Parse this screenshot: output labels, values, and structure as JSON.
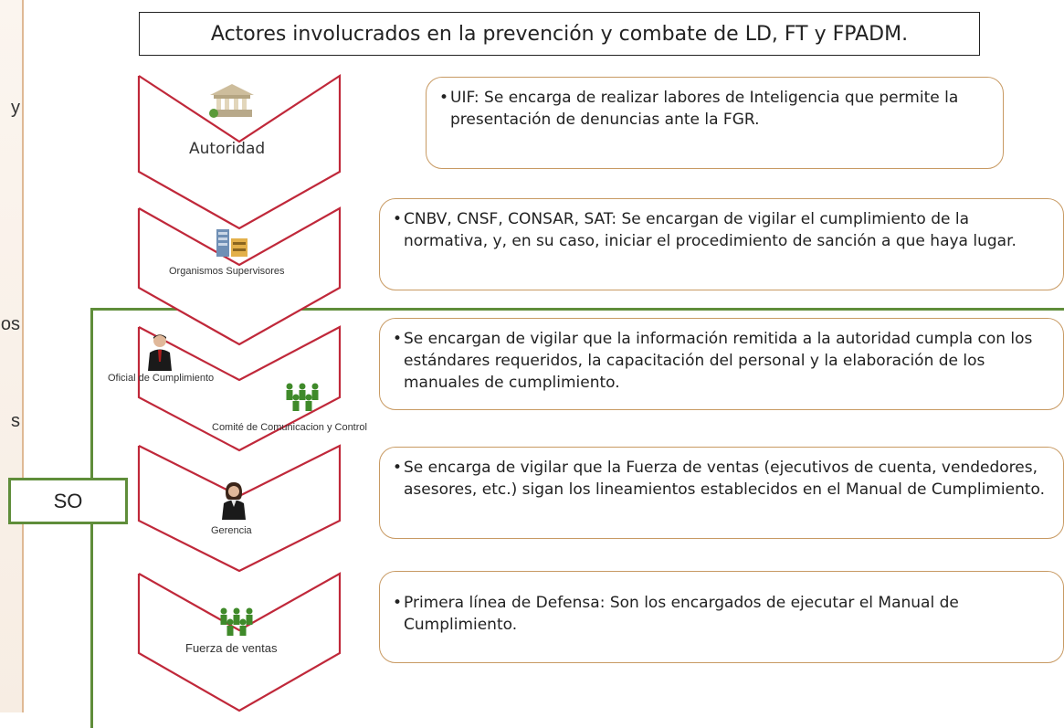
{
  "title": "Actores involucrados en la prevención y combate de LD, FT y FPADM.",
  "side_letters": [
    "y",
    "os",
    "s"
  ],
  "so_label": "SO",
  "actors": [
    {
      "label": "Autoridad",
      "icon": "government-building-icon",
      "description": "UIF: Se encarga de realizar labores de Inteligencia que permite la presentación de denuncias ante la FGR."
    },
    {
      "label": "Organismos Supervisores",
      "icon": "server-building-icon",
      "description": "CNBV, CNSF, CONSAR, SAT: Se encargan de vigilar el cumplimiento de la normativa, y, en su caso, iniciar el procedimiento de sanción a que haya lugar."
    },
    {
      "label": "Oficial de Cumplimiento",
      "icon": "businessman-icon",
      "label2": "Comité de Comunicacion y Control",
      "icon2": "people-group-icon",
      "description": "Se encargan de vigilar que la información remitida a la autoridad cumpla con los estándares requeridos, la capacitación del personal y la elaboración de los manuales de cumplimiento."
    },
    {
      "label": "Gerencia",
      "icon": "businesswoman-icon",
      "description": "Se encarga de vigilar que la Fuerza de ventas (ejecutivos de cuenta, vendedores, asesores, etc.) sigan los lineamientos establecidos en el Manual de Cumplimiento."
    },
    {
      "label": "Fuerza de ventas",
      "icon": "people-group-icon",
      "description": "Primera línea de Defensa: Son los encargados de ejecutar el Manual de Cumplimiento."
    }
  ],
  "colors": {
    "chevron": "#c0283a",
    "frame": "#5f8d3a",
    "box_border": "#c89a63",
    "people": "#3f8a2a"
  }
}
